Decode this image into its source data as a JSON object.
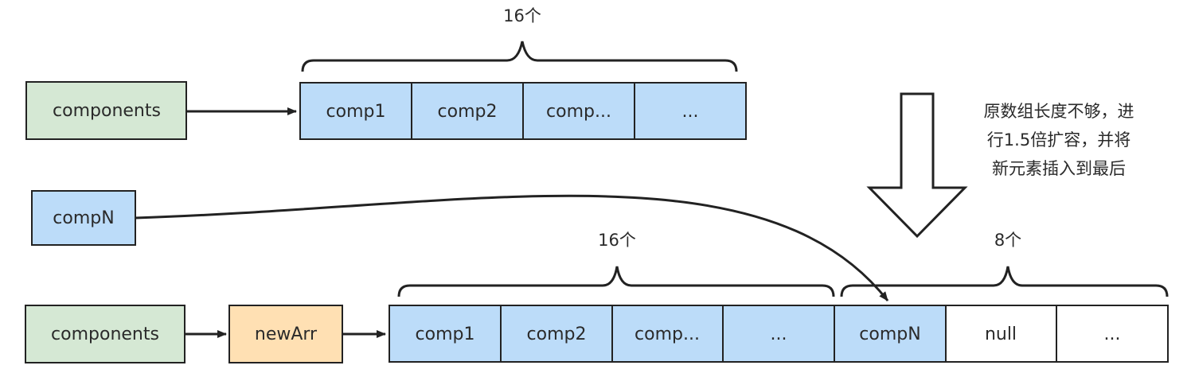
{
  "top_row": {
    "source_label": "components",
    "count_label": "16个",
    "cells": [
      "comp1",
      "comp2",
      "comp...",
      "..."
    ]
  },
  "new_item_label": "compN",
  "note_lines": [
    "原数组长度不够，进",
    "行1.5倍扩容，并将",
    "新元素插入到最后"
  ],
  "bottom_row": {
    "source_label": "components",
    "new_array_label": "newArr",
    "count_label_old": "16个",
    "count_label_new": "8个",
    "cells": [
      "comp1",
      "comp2",
      "comp...",
      "...",
      "compN",
      "null",
      "..."
    ]
  },
  "colors": {
    "green_fill": "#d5e8d4",
    "blue_fill": "#bcdcf9",
    "orange_fill": "#ffe0b3",
    "white_fill": "#ffffff",
    "stroke": "#222222"
  }
}
